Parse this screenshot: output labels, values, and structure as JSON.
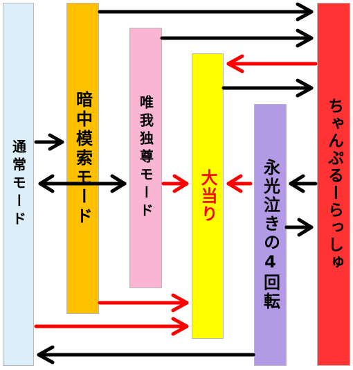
{
  "modes": {
    "tsujo": {
      "label": "通常モード",
      "color": "#dceef8"
    },
    "anchu": {
      "label": "暗中模索モード",
      "color": "#ffc000"
    },
    "yuiga": {
      "label": "唯我独尊モード",
      "color": "#f9b6d2"
    },
    "ooatari": {
      "label": "大当り",
      "color": "#ffff00",
      "text_color": "#ff0000"
    },
    "eiko": {
      "label": "永光泣きの4回転",
      "color": "#b39ae6"
    },
    "champu": {
      "label": "ちゃんぷるーらっしゅ",
      "color": "#ff3333"
    }
  },
  "arrow_colors": {
    "black": "#000000",
    "red": "#ff0000"
  }
}
